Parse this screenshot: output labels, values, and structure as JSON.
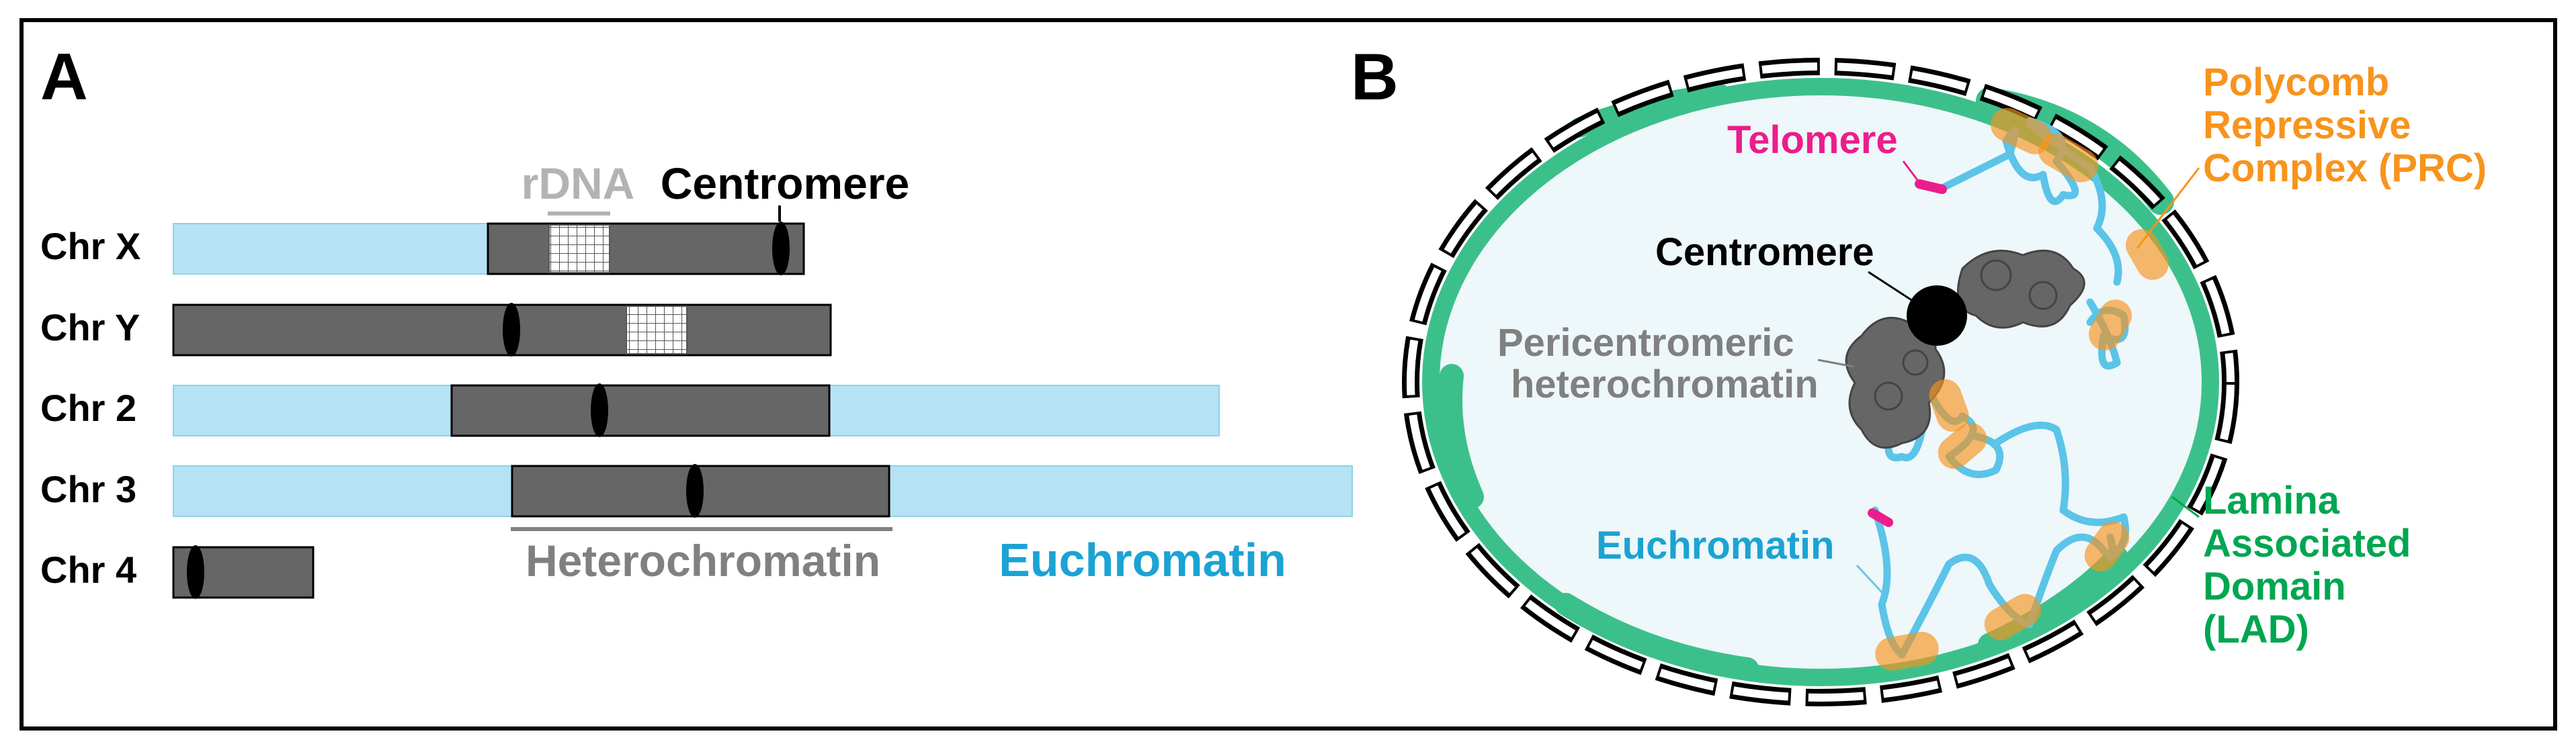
{
  "panel_a": {
    "panel_label": "A",
    "chromosomes": [
      {
        "label": "Chr X"
      },
      {
        "label": "Chr Y"
      },
      {
        "label": "Chr 2"
      },
      {
        "label": "Chr 3"
      },
      {
        "label": "Chr 4"
      }
    ],
    "rdna_label": "rDNA",
    "centromere_label": "Centromere",
    "heterochromatin_label": "Heterochromatin",
    "euchromatin_label": "Euchromatin"
  },
  "panel_b": {
    "panel_label": "B",
    "telomere_label": "Telomere",
    "centromere_label": "Centromere",
    "pericentromeric_lines": [
      "Pericentromeric",
      "heterochromatin"
    ],
    "euchromatin_label": "Euchromatin",
    "prc_lines": [
      "Polycomb",
      "Repressive",
      "Complex (PRC)"
    ],
    "lad_lines": [
      "Lamina",
      "Associated",
      "Domain",
      "(LAD)"
    ]
  },
  "colors": {
    "euchromatin": "#b5e3f5",
    "euchromatin_text": "#1ba3d3",
    "heterochromatin": "#666666",
    "heterochromatin_text": "#808080",
    "rdna_text": "#b3b3b3",
    "telomere": "#ec1d8c",
    "prc": "#f7941d",
    "lad": "#00a651",
    "lamina": "#3cc08b",
    "nucleoplasm": "#eef7fa",
    "fiber": "#5bc4e8"
  }
}
